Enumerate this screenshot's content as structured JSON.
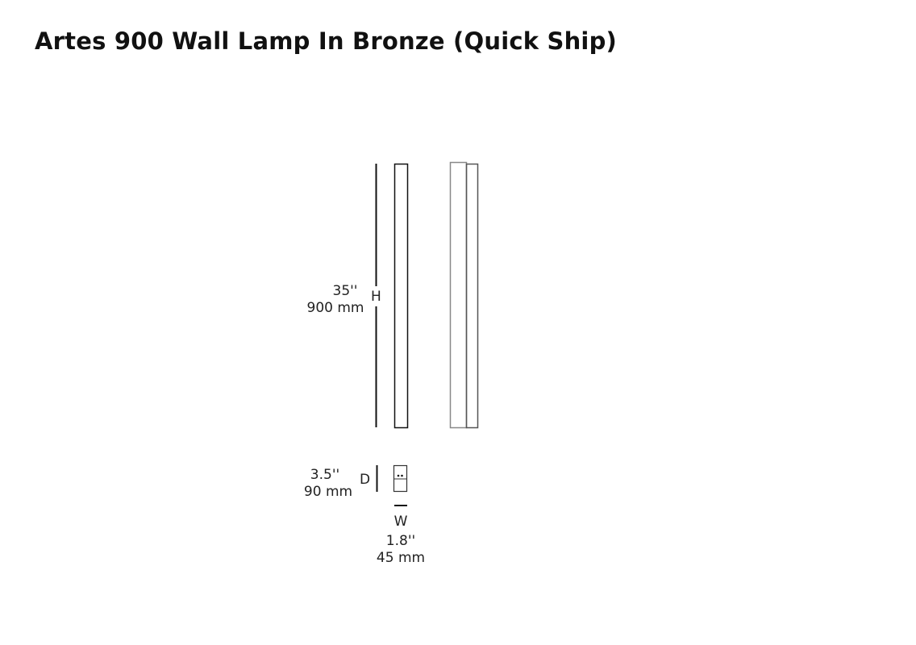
{
  "title": "Artes 900 Wall Lamp In Bronze (Quick Ship)",
  "dimensions": {
    "height": {
      "letter": "H",
      "imperial": "35''",
      "metric": "900 mm"
    },
    "depth": {
      "letter": "D",
      "imperial": "3.5''",
      "metric": "90 mm"
    },
    "width": {
      "letter": "W",
      "imperial": "1.8''",
      "metric": "45 mm"
    }
  }
}
